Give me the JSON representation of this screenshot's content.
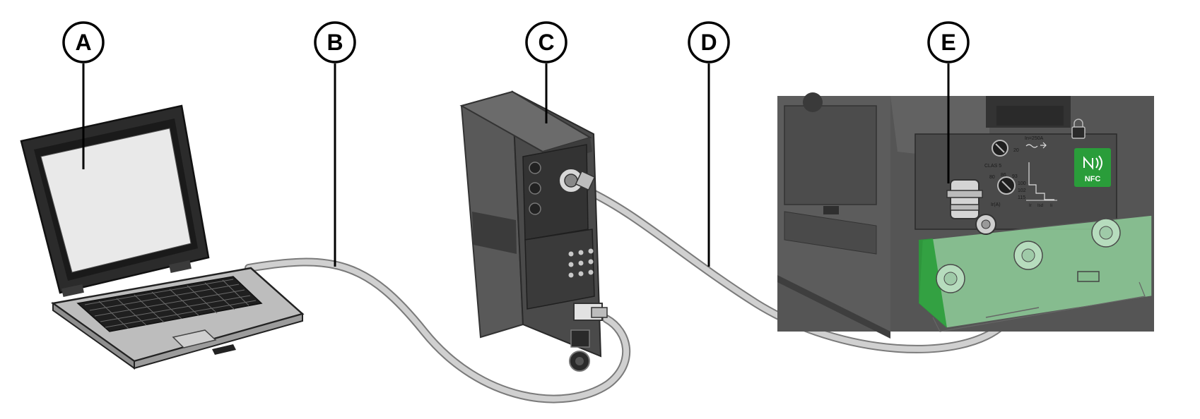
{
  "callouts": [
    {
      "letter": "A"
    },
    {
      "letter": "B"
    },
    {
      "letter": "C"
    },
    {
      "letter": "D"
    },
    {
      "letter": "E"
    }
  ],
  "breaker": {
    "nfc_label": "NFC",
    "rating_label": "In=250A",
    "class_label": "CLAS 5",
    "dial_marks": [
      "20",
      "80",
      "86",
      "93",
      "100",
      "102",
      "115"
    ],
    "ir_label": "Ir(A)",
    "curve_marks": [
      "Ir",
      "Isd",
      "Ii"
    ]
  },
  "colors": {
    "device_dark": "#4a4a4a",
    "cable": "#c8c8c8",
    "nfc_green": "#2a9d3a",
    "cover_green": "#8fcf9a"
  }
}
